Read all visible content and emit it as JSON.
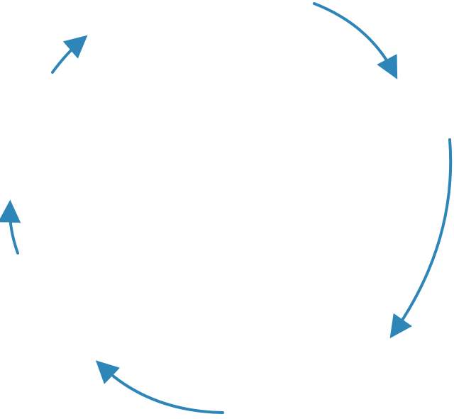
{
  "diagram": {
    "type": "cycle",
    "direction": "clockwise",
    "arrow_count": 5,
    "colors": {
      "arrow": "#2E86B8",
      "background": "#FFFFFF"
    },
    "labels": []
  }
}
